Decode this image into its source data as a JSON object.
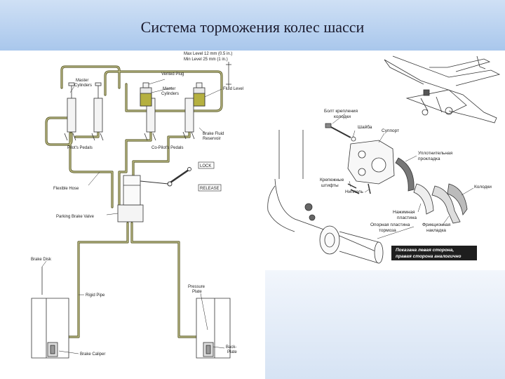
{
  "slide": {
    "title": "Система торможения колес шасси"
  },
  "left_diagram": {
    "level_max": "Max Level 12 mm (0.5 in.)",
    "level_min": "Min Level 25 mm (1 in.)",
    "vented_plug": "Vented Plug",
    "master_cylinders_left": [
      "Master",
      "Cylinders"
    ],
    "master_cylinders_right": [
      "Master",
      "Cylinders"
    ],
    "fluid_level": "Fluid Level",
    "brake_fluid_reservoir": [
      "Brake Fluid",
      "Reservoir"
    ],
    "pilots_pedals": "Pilot's Pedals",
    "copilots_pedals": "Co-Pilot's Pedals",
    "lock": "LOCK",
    "release": "RELEASE",
    "flexible_hose": "Flexible Hose",
    "parking_brake_valve": "Parking Brake Valve",
    "brake_disk": "Brake Disk",
    "rigid_pipe": "Rigid Pipe",
    "pressure_plate": [
      "Pressure",
      "Plate"
    ],
    "brake_caliper": "Brake Caliper",
    "back_plate": [
      "Back-",
      "Plate"
    ]
  },
  "right_diagram": {
    "bolt": [
      "Болт крепления",
      "колодки"
    ],
    "washer": "Шайба",
    "support": "Суппорт",
    "seal_pad": [
      "Уплотнительная",
      "прокладка"
    ],
    "pins": [
      "Крепежные",
      "штифты"
    ],
    "nipple": "Ниппель",
    "pads": "Колодки",
    "pressure_plate": [
      "Нажимная",
      "пластина"
    ],
    "base_plate": [
      "Опорная пластина",
      "тормоза"
    ],
    "friction_lining": [
      "Фрикционная",
      "накладка"
    ],
    "note": [
      "Показана левая сторона,",
      "правая сторона аналогично"
    ]
  }
}
